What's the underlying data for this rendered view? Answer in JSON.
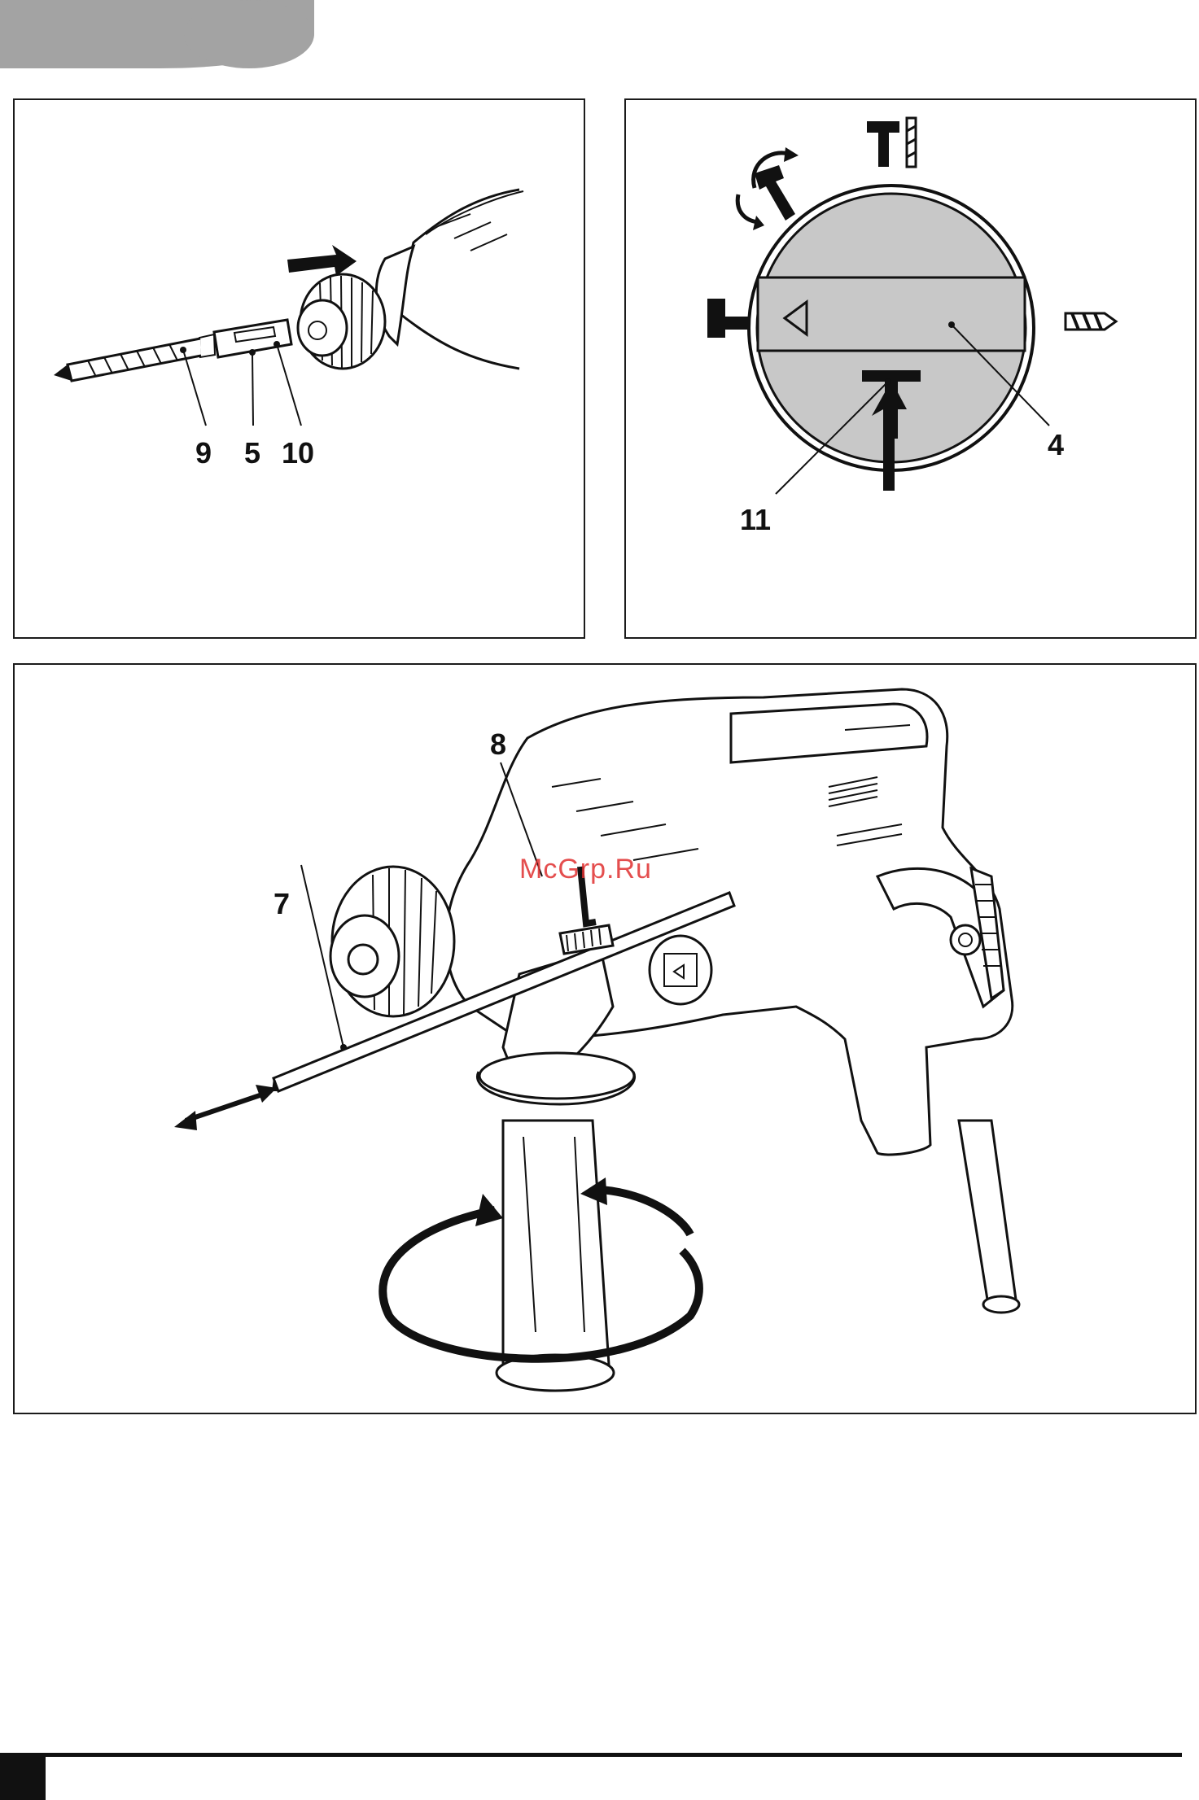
{
  "figures": {
    "chuck_insert": {
      "callouts": {
        "bit": "9",
        "chuck_sleeve": "5",
        "collar": "10"
      }
    },
    "mode_selector": {
      "callouts": {
        "selector_knob": "4",
        "release_button": "11"
      },
      "icons": [
        "rotating-hammer-icon",
        "hammer-drill-icon",
        "hammer-icon",
        "drill-icon"
      ]
    },
    "side_handle": {
      "callouts": {
        "depth_stop": "7",
        "clamp_button": "8"
      }
    }
  },
  "watermark": "McGrp.Ru",
  "colors": {
    "line": "#111111",
    "fill_grey": "#c8c8c8",
    "pill_grey": "#a3a3a3",
    "watermark": "#e03030"
  }
}
